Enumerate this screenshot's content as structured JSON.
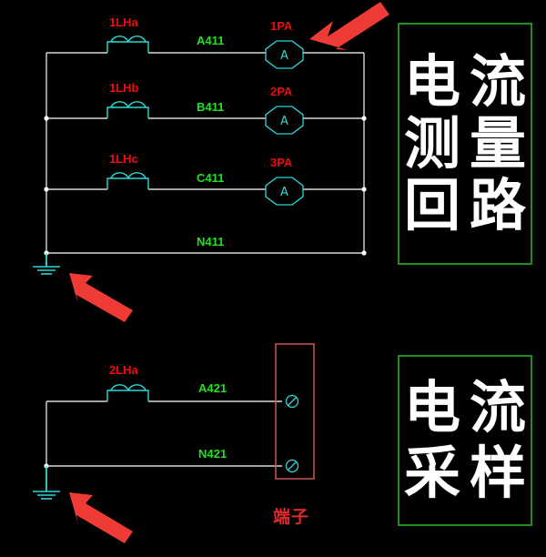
{
  "diagram": {
    "background_color": "#000000",
    "wire_color": "#d8d8d8",
    "device_color": "#2fd8d8",
    "label_red": "#f00b0b",
    "label_green": "#22e022",
    "box_border_color": "#1f8f1f",
    "terminal_box_color": "#c05050",
    "arrow_color": "#ee3b36"
  },
  "top_circuit": {
    "title_note": "current measurement circuit",
    "coils": [
      {
        "label": "1LHa"
      },
      {
        "label": "1LHb"
      },
      {
        "label": "1LHc"
      }
    ],
    "wires": [
      {
        "label": "A411"
      },
      {
        "label": "B411"
      },
      {
        "label": "C411"
      },
      {
        "label": "N411"
      }
    ],
    "meters": [
      {
        "label": "1PA",
        "symbol": "A"
      },
      {
        "label": "2PA",
        "symbol": "A"
      },
      {
        "label": "3PA",
        "symbol": "A"
      }
    ],
    "ground": {
      "name": "earth-ground"
    }
  },
  "bottom_circuit": {
    "title_note": "current sampling circuit",
    "coils": [
      {
        "label": "2LHa"
      }
    ],
    "wires": [
      {
        "label": "A421"
      },
      {
        "label": "N421"
      }
    ],
    "terminal_block": {
      "label": "端子"
    },
    "ground": {
      "name": "earth-ground"
    }
  },
  "annotations": {
    "boxes": [
      {
        "id": "box-top",
        "chars": [
          "电",
          "流",
          "测",
          "量",
          "回",
          "路"
        ],
        "text": "电流测量回路"
      },
      {
        "id": "box-bottom",
        "chars": [
          "电",
          "流",
          "采",
          "样"
        ],
        "text": "电流采样"
      }
    ],
    "arrows": [
      {
        "id": "arrow-meter-1pa",
        "points_to": "1PA ammeter"
      },
      {
        "id": "arrow-top-ground",
        "points_to": "top circuit ground"
      },
      {
        "id": "arrow-bottom-ground",
        "points_to": "bottom circuit ground"
      }
    ]
  }
}
